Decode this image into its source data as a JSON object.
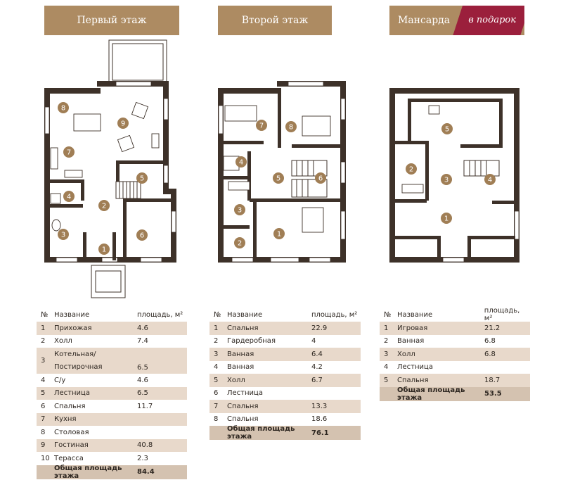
{
  "headers": {
    "floor1": "Первый этаж",
    "floor2": "Второй этаж",
    "floor3": "Мансарда",
    "gift": "в подарок"
  },
  "columns": {
    "num": "№",
    "name": "Название",
    "area": "площадь, м²"
  },
  "floor1": {
    "markers": [
      "1",
      "2",
      "3",
      "4",
      "5",
      "6",
      "7",
      "8",
      "9"
    ],
    "rows": [
      {
        "num": "1",
        "name": "Прихожая",
        "area": "4.6"
      },
      {
        "num": "2",
        "name": "Холл",
        "area": "7.4"
      },
      {
        "num": "3",
        "name": "Котельная/",
        "name2": "Постирочная",
        "area": "6.5"
      },
      {
        "num": "4",
        "name": "С/у",
        "area": "4.6"
      },
      {
        "num": "5",
        "name": "Лестница",
        "area": "6.5"
      },
      {
        "num": "6",
        "name": "Спальня",
        "area": "11.7"
      },
      {
        "num": "7",
        "name": "Кухня",
        "area": ""
      },
      {
        "num": "8",
        "name": "Столовая",
        "area": ""
      },
      {
        "num": "9",
        "name": "Гостиная",
        "area": "40.8"
      },
      {
        "num": "10",
        "name": "Терасса",
        "area": "2.3"
      }
    ],
    "total_label": "Общая площадь этажа",
    "total": "84.4"
  },
  "floor2": {
    "markers": [
      "1",
      "2",
      "3",
      "4",
      "5",
      "6",
      "7",
      "8"
    ],
    "rows": [
      {
        "num": "1",
        "name": "Спальня",
        "area": "22.9"
      },
      {
        "num": "2",
        "name": "Гардеробная",
        "area": "4"
      },
      {
        "num": "3",
        "name": "Ванная",
        "area": "6.4"
      },
      {
        "num": "4",
        "name": "Ванная",
        "area": "4.2"
      },
      {
        "num": "5",
        "name": "Холл",
        "area": "6.7"
      },
      {
        "num": "6",
        "name": "Лестница",
        "area": ""
      },
      {
        "num": "7",
        "name": "Спальня",
        "area": "13.3"
      },
      {
        "num": "8",
        "name": "Спальня",
        "area": "18.6"
      }
    ],
    "total_label": "Общая площадь этажа",
    "total": "76.1"
  },
  "floor3": {
    "markers": [
      "1",
      "2",
      "3",
      "4",
      "5"
    ],
    "rows": [
      {
        "num": "1",
        "name": "Игровая",
        "area": "21.2"
      },
      {
        "num": "2",
        "name": "Ванная",
        "area": "6.8"
      },
      {
        "num": "3",
        "name": "Холл",
        "area": "6.8"
      },
      {
        "num": "4",
        "name": "Лестница",
        "area": ""
      },
      {
        "num": "5",
        "name": "Спальня",
        "area": "18.7"
      }
    ],
    "total_label": "Общая площадь этажа",
    "total": "53.5"
  },
  "colors": {
    "header": "#ad8b62",
    "gift": "#9b1f3c",
    "wall": "#3d3129",
    "marker": "#a07e55",
    "row": "#e8d9cb",
    "total": "#d4c2b0"
  }
}
